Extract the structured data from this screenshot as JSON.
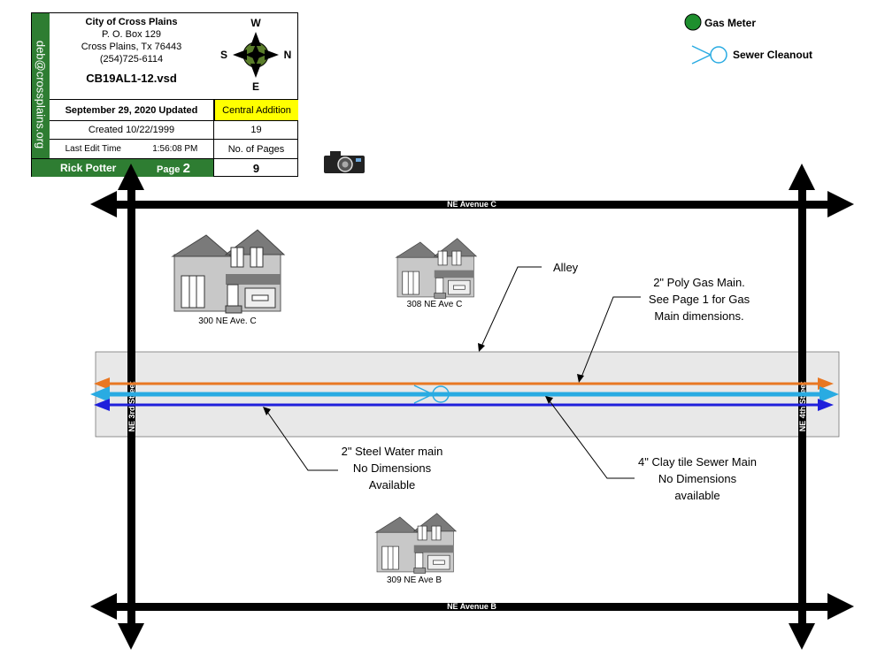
{
  "title_block": {
    "side_text": "deb@crossplains.org",
    "org_name": "City of Cross Plains",
    "address_1": "P. O. Box 129",
    "address_2": "Cross Plains, Tx  76443",
    "phone": "(254)725-6114",
    "file_name": "CB19AL1-12.vsd",
    "updated": "September 29, 2020 Updated",
    "addition": "Central Addition",
    "created": "Created 10/22/1999",
    "addition_number": "19",
    "last_edit_label": "Last Edit Time",
    "last_edit_time": "1:56:08 PM",
    "pages_label": "No. of Pages",
    "author": "Rick Potter",
    "page_label": "Page",
    "page_number": "2",
    "page_count": "9"
  },
  "compass": {
    "north": "N",
    "south": "S",
    "east": "E",
    "west": "W"
  },
  "legend": {
    "gas_meter": "Gas Meter",
    "sewer_cleanout": "Sewer Cleanout"
  },
  "streets": {
    "top": "NE Avenue C",
    "bottom": "NE Avenue B",
    "left": "NE 3rd Street",
    "right": "NE 4th Street"
  },
  "houses": [
    {
      "label": "300 NE Ave. C"
    },
    {
      "label": "308 NE Ave C"
    },
    {
      "label": "309 NE Ave B"
    }
  ],
  "annotations": {
    "alley": "Alley",
    "gas_main": [
      "2\" Poly Gas Main.",
      "See Page 1 for Gas",
      "Main dimensions."
    ],
    "water_main": [
      "2\" Steel Water main",
      "No Dimensions",
      "Available"
    ],
    "sewer_main": [
      "4\" Clay tile Sewer Main",
      "No Dimensions",
      "available"
    ]
  },
  "colors": {
    "gas_line": "#e87722",
    "sewer_line": "#29abe2",
    "water_line": "#1f1fdb",
    "alley_fill": "#e8e8e8",
    "title_green": "#2e7d32",
    "addition_highlight": "#ffff00",
    "gas_meter_green": "#1e8f2e"
  }
}
